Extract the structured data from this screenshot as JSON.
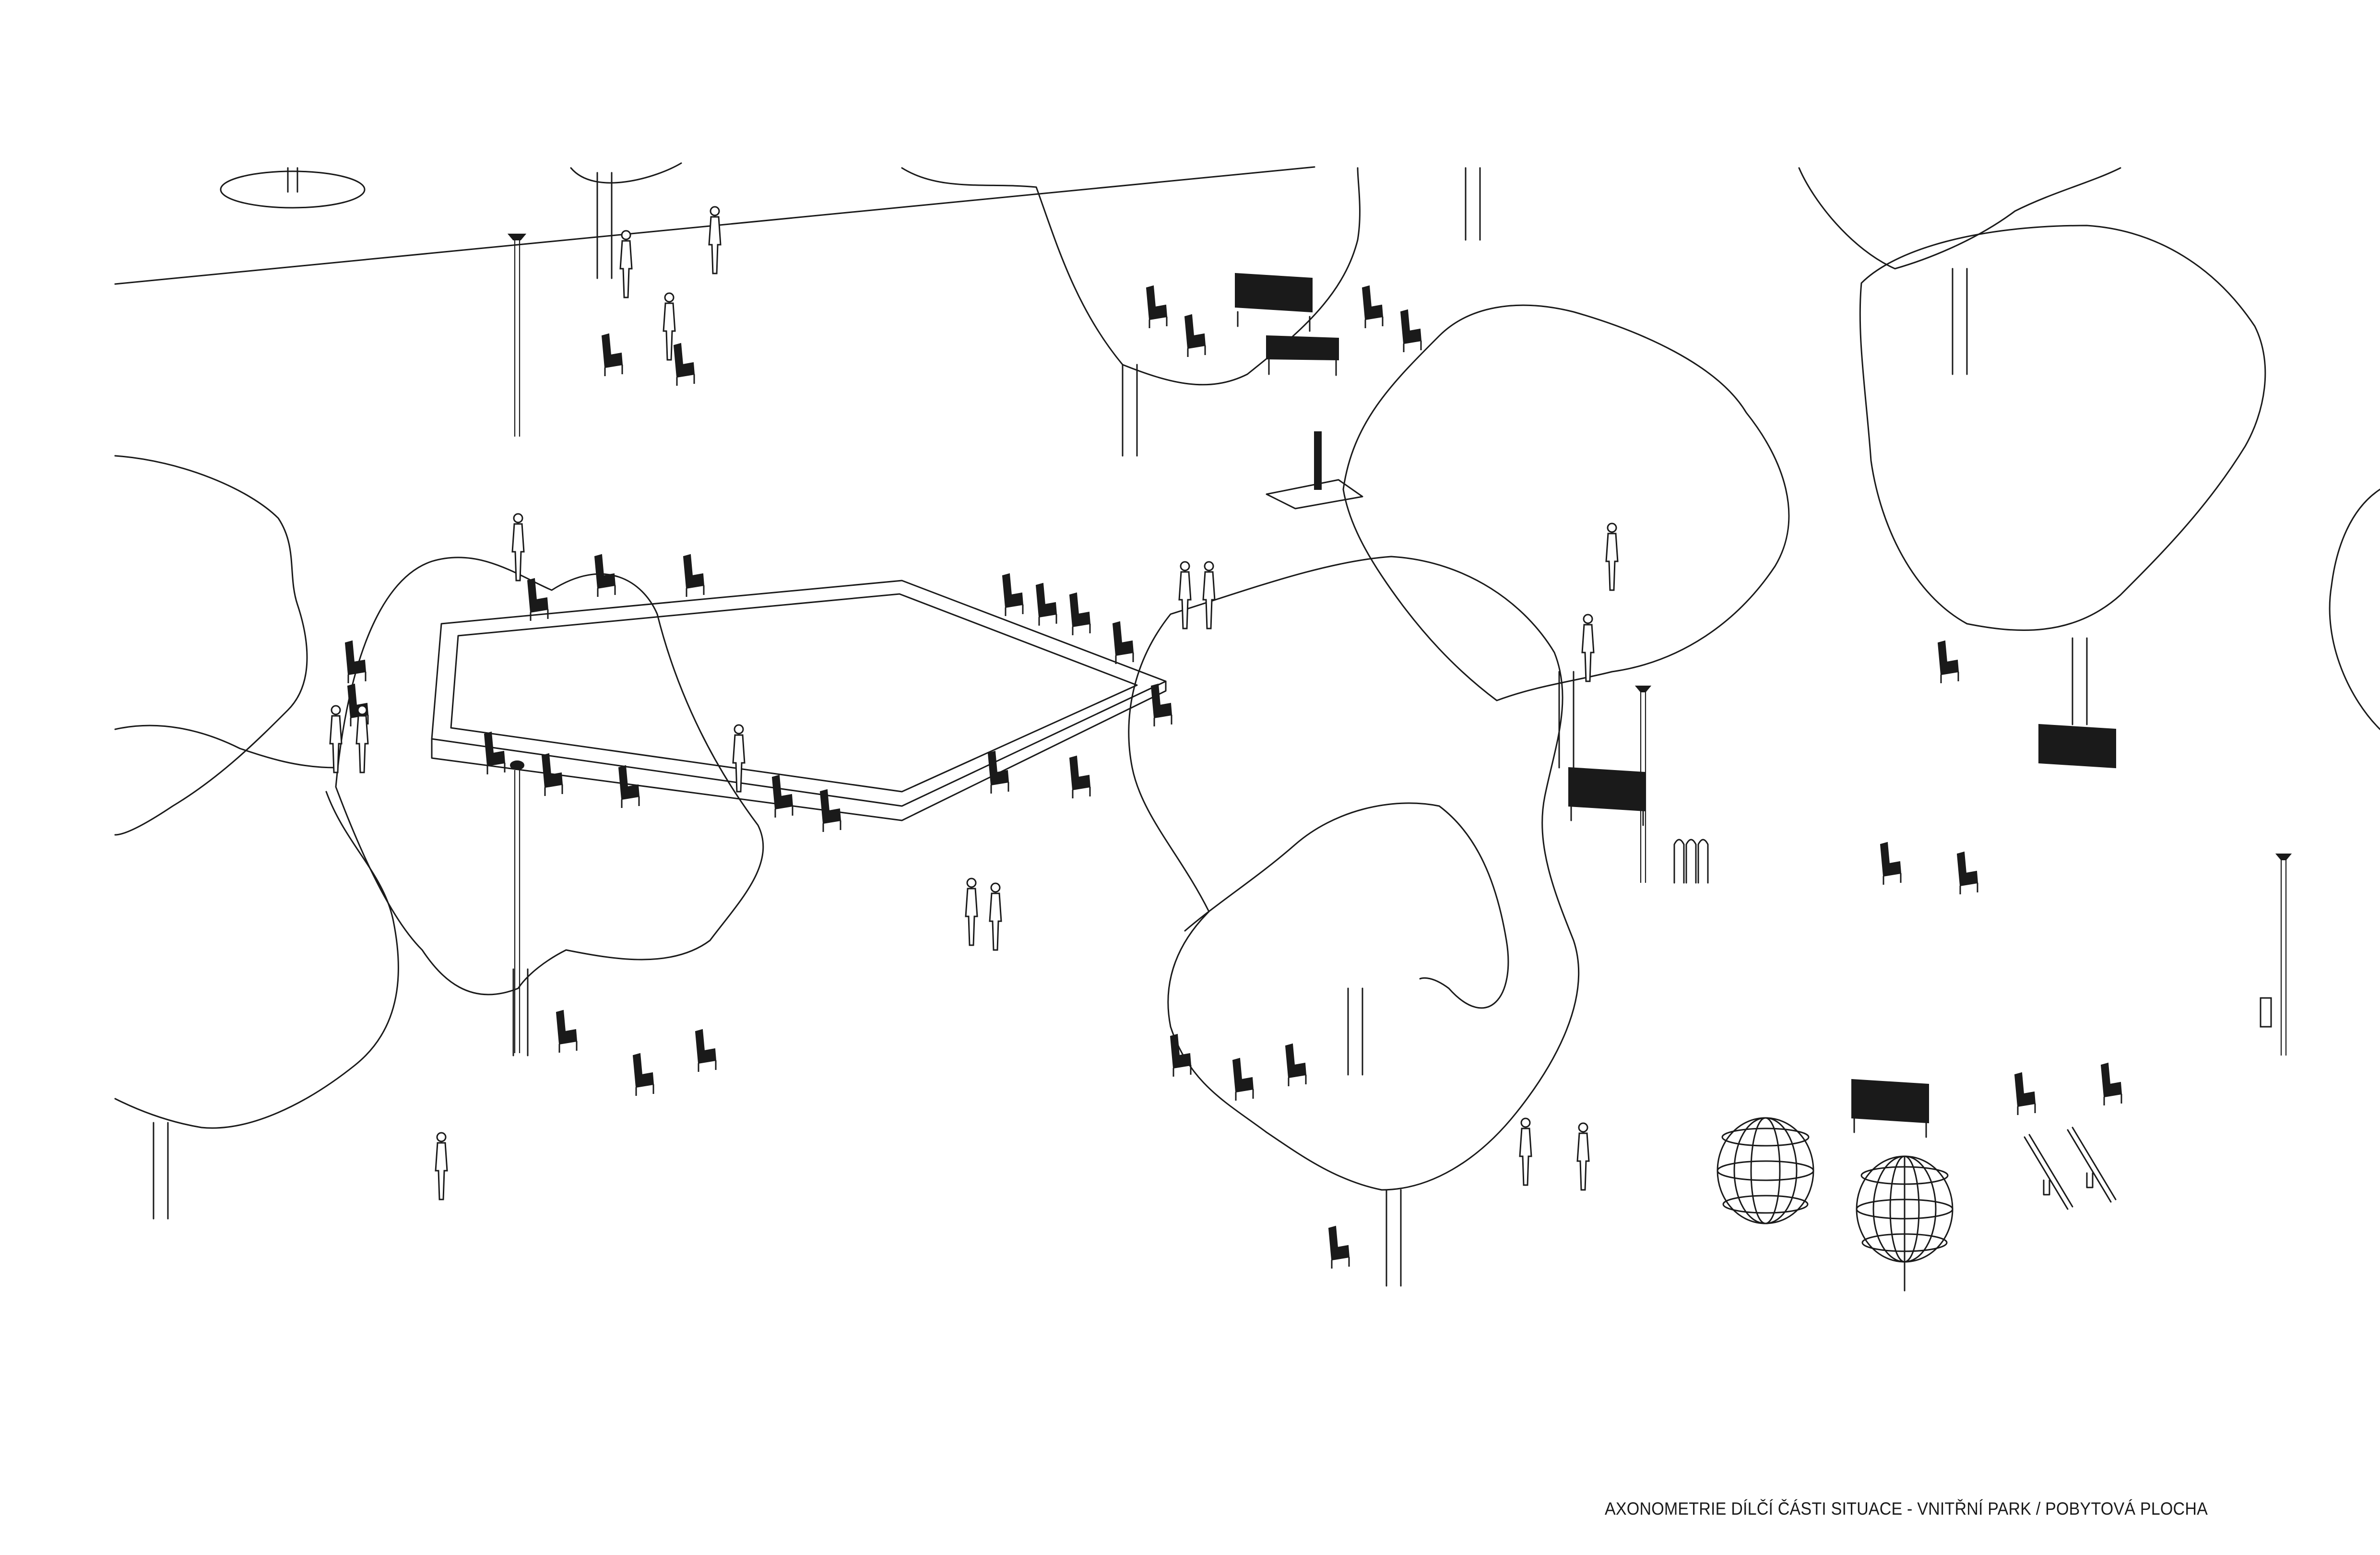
{
  "drawing": {
    "type": "axonometric site drawing",
    "caption": "AXONOMETRIE DÍLČÍ ČÁSTI SITUACE - VNITŘNÍ PARK / POBYTOVÁ PLOCHA",
    "line_color": "#1a1a1a",
    "background_color": "#ffffff",
    "elements": {
      "trees": "tree-canopy",
      "lamps": "street-lamp",
      "pool": "pentagonal-water-basin",
      "seating": "lounge-chair",
      "benches": "bench",
      "people": "person-silhouette",
      "play": [
        "climbing-sphere",
        "seesaw"
      ]
    }
  }
}
